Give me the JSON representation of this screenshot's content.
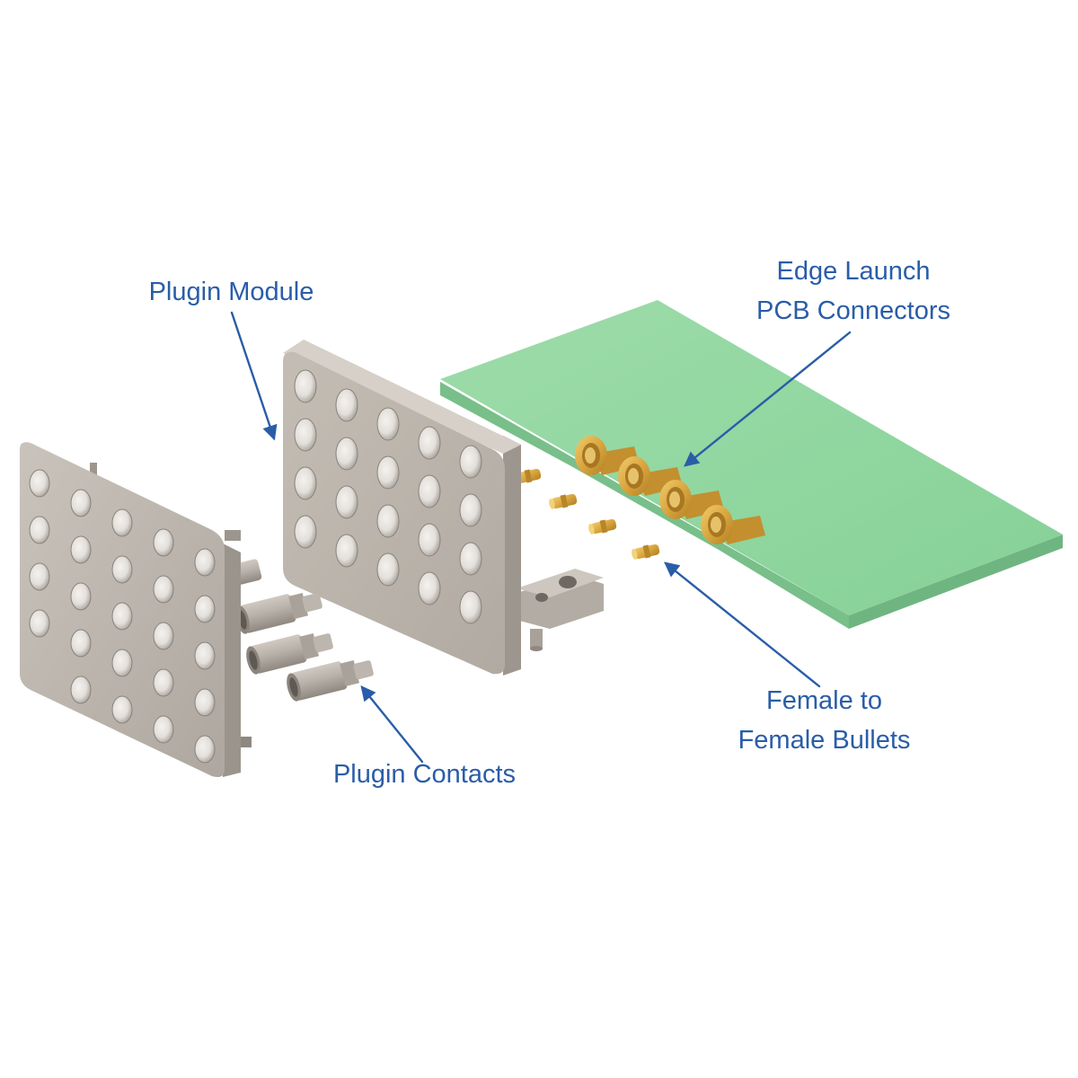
{
  "colors": {
    "label": "#2a5da8",
    "arrow": "#2a5da8",
    "metal": "#bdb6ae",
    "pcb": "#8fd6a0",
    "gold": "#d9a640"
  },
  "labels": {
    "plugin_module": [
      "Plugin Module"
    ],
    "edge_launch": [
      "Edge Launch",
      "PCB Connectors"
    ],
    "plugin_contacts": [
      "Plugin Contacts"
    ],
    "female_bullets": [
      "Female to",
      "Female Bullets"
    ]
  },
  "icons": [
    "arrow-icon"
  ]
}
